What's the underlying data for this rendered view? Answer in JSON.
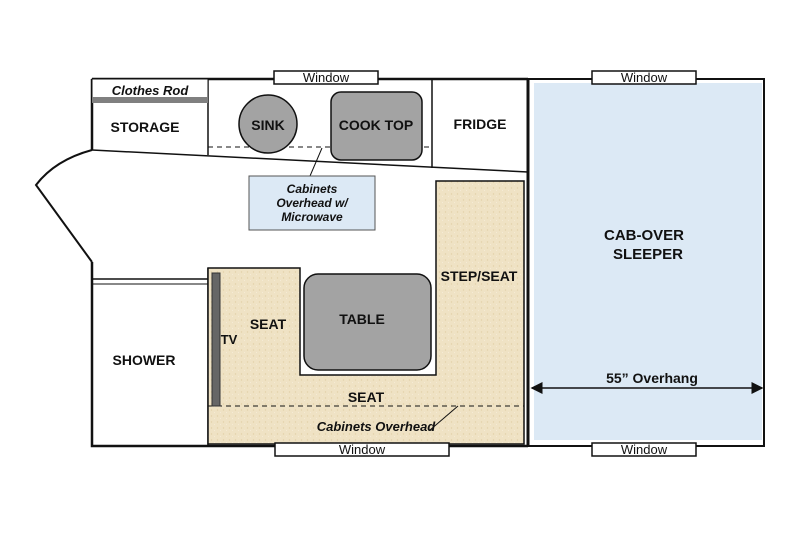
{
  "labels": {
    "clothes_rod": "Clothes Rod",
    "storage": "STORAGE",
    "sink": "SINK",
    "cook_top": "COOK TOP",
    "fridge": "FRIDGE",
    "cabinets_overhead_microwave_1": "Cabinets",
    "cabinets_overhead_microwave_2": "Overhead w/",
    "cabinets_overhead_microwave_3": "Microwave",
    "cab_over_1": "CAB-OVER",
    "cab_over_2": "SLEEPER",
    "step_seat": "STEP/SEAT",
    "seat_left": "SEAT",
    "tv": "TV",
    "table": "TABLE",
    "shower": "SHOWER",
    "seat_bottom": "SEAT",
    "cabinets_overhead": "Cabinets Overhead",
    "overhang": "55” Overhang"
  },
  "windows": {
    "top_left": "Window",
    "top_right": "Window",
    "bottom_left": "Window",
    "bottom_right": "Window"
  },
  "colors": {
    "wall": "#111111",
    "sleeper_fill": "#dce9f5",
    "bench_fill": "#efe2c4",
    "appliance_fill": "#a3a3a3",
    "callout_fill": "#dce9f5",
    "rod": "#808080",
    "tv": "#666666"
  }
}
